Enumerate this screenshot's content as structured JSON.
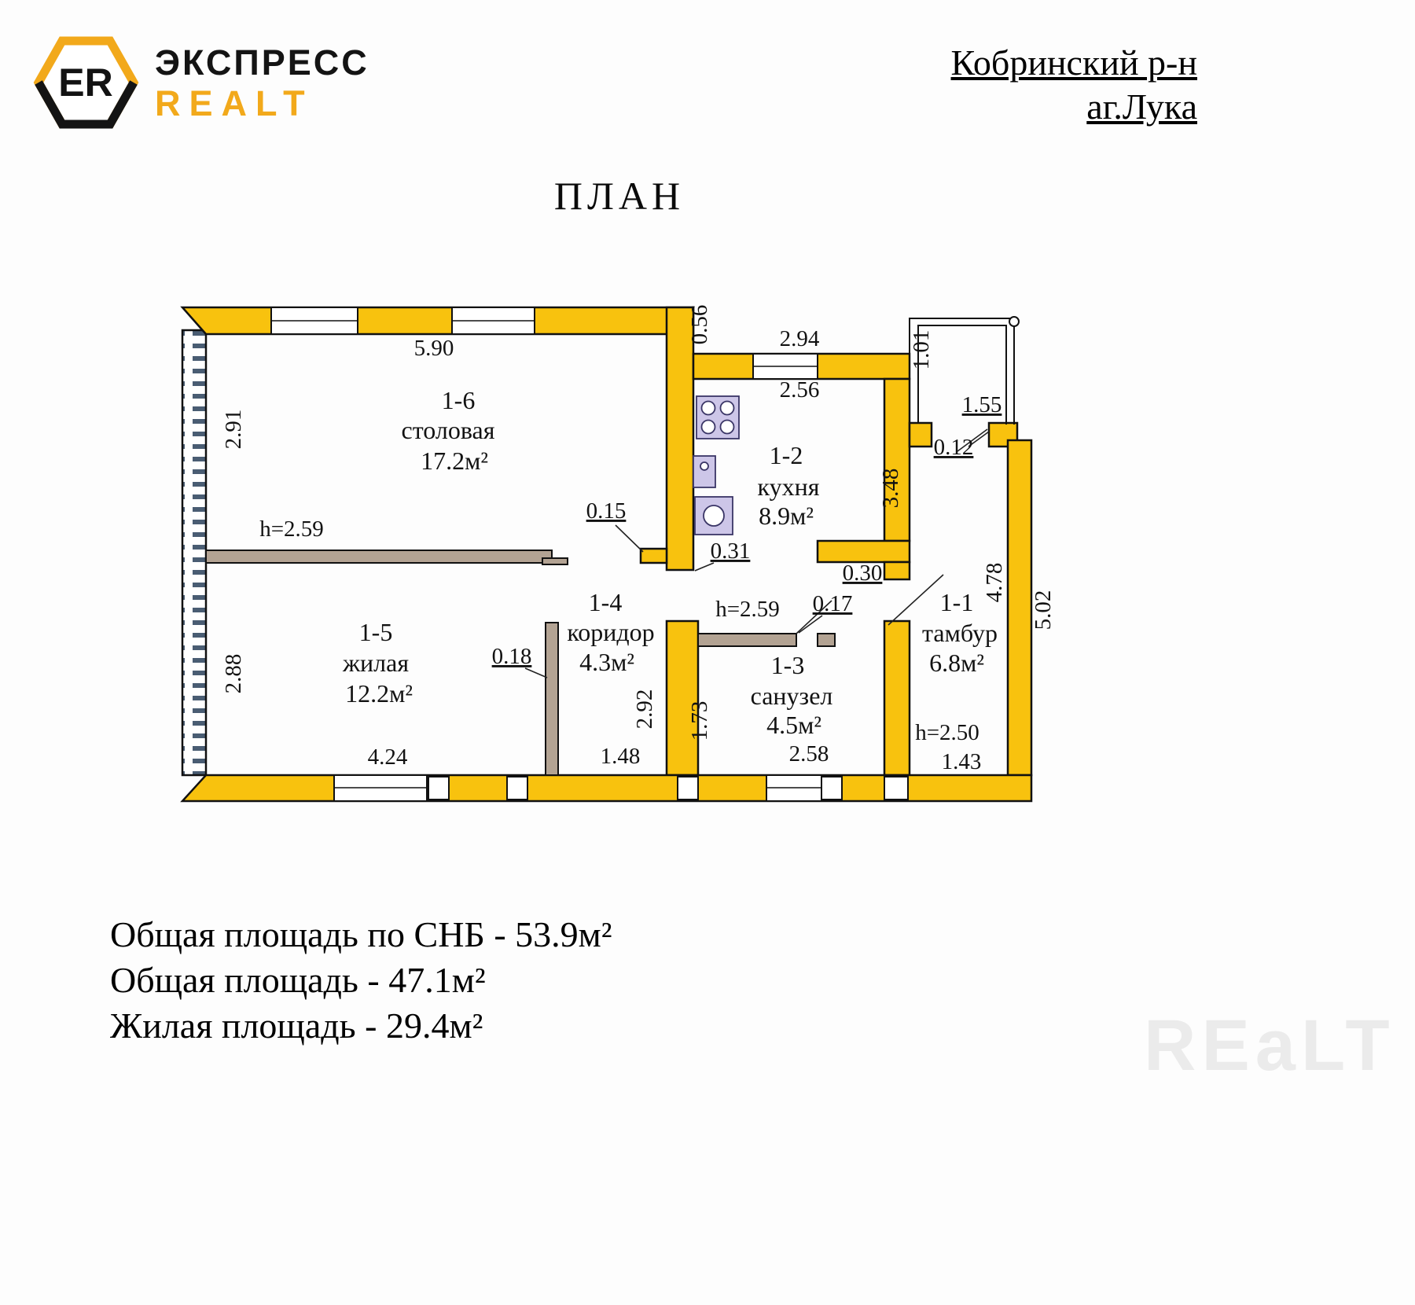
{
  "colors": {
    "wall": "#F8C20E",
    "partition": "#B3A393",
    "fixture": "#CDC6E8",
    "hatch": "#4A5D73",
    "brand_accent": "#F2A91B",
    "watermark": "#EBEBEB"
  },
  "header": {
    "logo_monogram": "ER",
    "brand_top": "ЭКСПРЕСС",
    "brand_bottom": "REALT",
    "location_line1": "Кобринский р-н",
    "location_line2": "аг.Лука"
  },
  "title": "ПЛАН",
  "plan": {
    "rooms": [
      {
        "id": "1-6",
        "name": "столовая",
        "area": "17.2м²"
      },
      {
        "id": "1-2",
        "name": "кухня",
        "area": "8.9м²"
      },
      {
        "id": "1-5",
        "name": "жилая",
        "area": "12.2м²"
      },
      {
        "id": "1-4",
        "name": "коридор",
        "area": "4.3м²"
      },
      {
        "id": "1-3",
        "name": "санузел",
        "area": "4.5м²"
      },
      {
        "id": "1-1",
        "name": "тамбур",
        "area": "6.8м²"
      }
    ],
    "dims": {
      "stolovaya_width": "5.90",
      "top_offset": "0.56",
      "kitchen_outer_width": "2.94",
      "kitchen_inner_width": "2.56",
      "porch_depth": "1.01",
      "porch_width": "1.55",
      "porch_wall": "0.12",
      "stolovaya_depth": "2.91",
      "stolovaya_height": "h=2.59",
      "partition_015": "0.15",
      "wall_031": "0.31",
      "kitchen_depth": "3.48",
      "kitchen_wall_030": "0.30",
      "tambur_depth": "4.78",
      "side_depth": "5.02",
      "koridor_height": "h=2.59",
      "wall_017": "0.17",
      "zhilaya_depth": "2.88",
      "partition_018": "0.18",
      "koridor_depth": "2.92",
      "sanuzel_depth": "1.73",
      "sanuzel_width": "2.58",
      "tambur_height": "h=2.50",
      "tambur_width": "1.43",
      "zhilaya_width": "4.24",
      "koridor_width": "1.48"
    }
  },
  "summary": {
    "line1": "Общая площадь по СНБ - 53.9м²",
    "line2": "Общая площадь - 47.1м²",
    "line3": "Жилая площадь - 29.4м²"
  },
  "watermark": "REaLT"
}
